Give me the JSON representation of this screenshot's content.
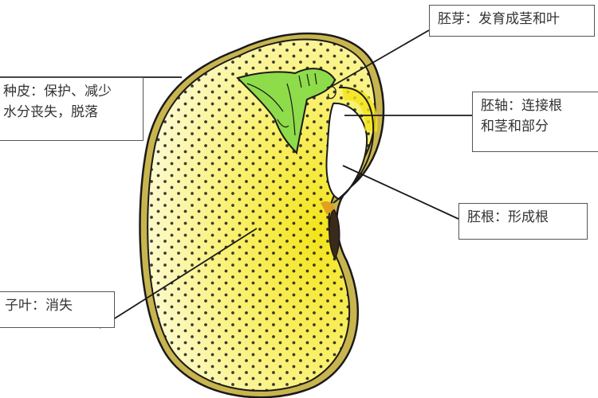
{
  "diagram": {
    "subject": "bean seed structure",
    "colors": {
      "background": "#ffffff",
      "cotyledon_fill_light": "#fdf9c8",
      "cotyledon_fill_dark": "#f6e81a",
      "seed_coat": "#c8b44a",
      "outline": "#1a1a1a",
      "plumule_green": "#8fdc4a",
      "hilum_dark": "#3a2a1a",
      "box_border": "#555555",
      "text": "#333333"
    },
    "labels": {
      "plumule": {
        "part": "胚芽",
        "separator": "：",
        "function": "发育成茎和叶",
        "text": "胚芽：发育成茎和叶"
      },
      "seed_coat": {
        "line1": "种皮：保护、减少",
        "line2": "水分丧失，脱落"
      },
      "hypocotyl": {
        "line1": "胚轴：连接根",
        "line2": "和茎和部分"
      },
      "radicle": {
        "text": "胚根：形成根"
      },
      "cotyledon": {
        "text": "子叶：消失"
      }
    }
  }
}
